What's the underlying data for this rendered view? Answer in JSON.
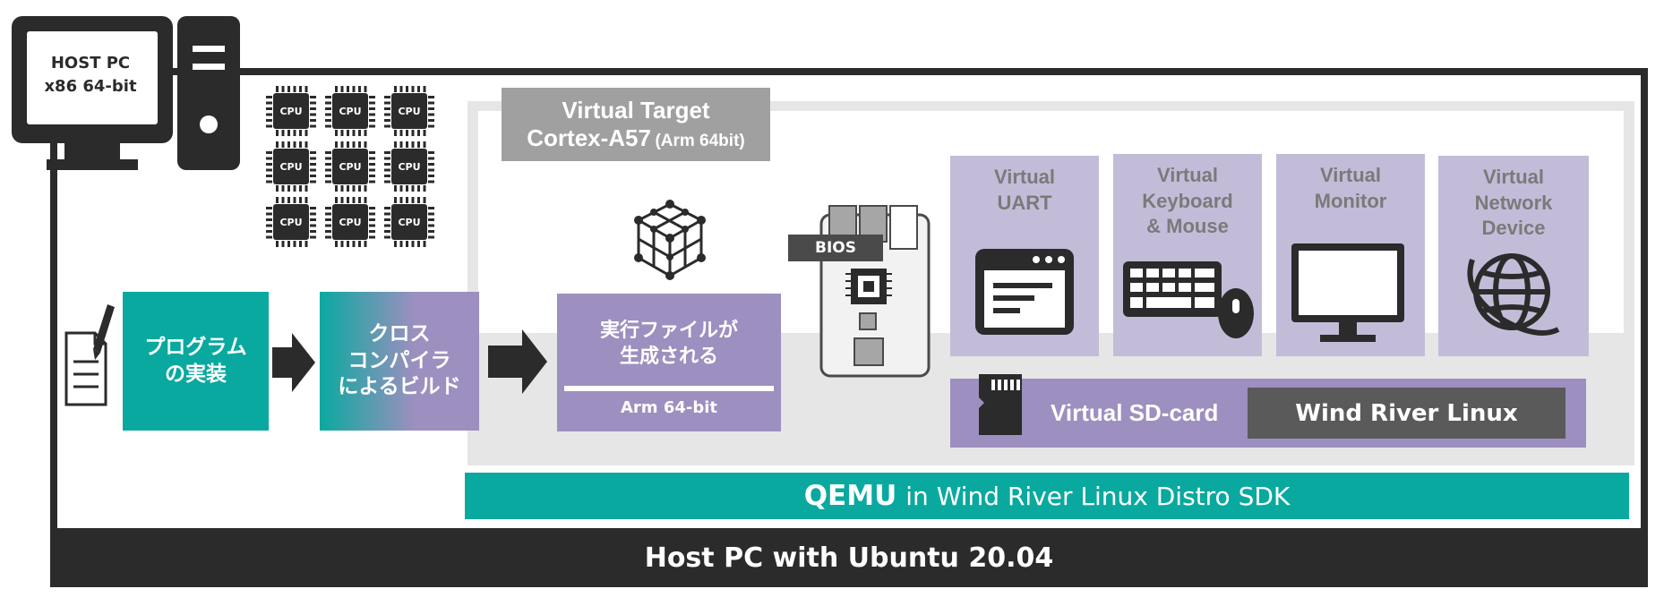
{
  "host_pc": {
    "line1": "HOST PC",
    "line2": "x86 64-bit"
  },
  "cpu_chip_label": "CPU",
  "virtual_target": {
    "line1": "Virtual Target",
    "line2_main": "Cortex-A57",
    "line2_sub": "(Arm 64bit)"
  },
  "flow": {
    "step1": "プログラム\nの実装",
    "step2": "クロス\nコンパイラ\nによるビルド",
    "step3_main": "実行ファイルが\n生成される",
    "step3_sub": "Arm 64-bit"
  },
  "bios_label": "BIOS",
  "devices": [
    {
      "label": "Virtual\nUART"
    },
    {
      "label": "Virtual\nKeyboard\n& Mouse"
    },
    {
      "label": "Virtual\nMonitor"
    },
    {
      "label": "Virtual\nNetwork\nDevice"
    }
  ],
  "sdcard": {
    "label": "Virtual SD-card",
    "os": "Wind River Linux"
  },
  "qemu": {
    "strong": "QEMU",
    "rest": "in Wind River Linux Distro SDK"
  },
  "host_bar": "Host PC with Ubuntu 20.04",
  "colors": {
    "teal": "#0aa99f",
    "purple": "#9d8fbf",
    "lavender": "#c3bcd8",
    "dark": "#2b2b2b",
    "grey_label": "#a0a0a0"
  }
}
